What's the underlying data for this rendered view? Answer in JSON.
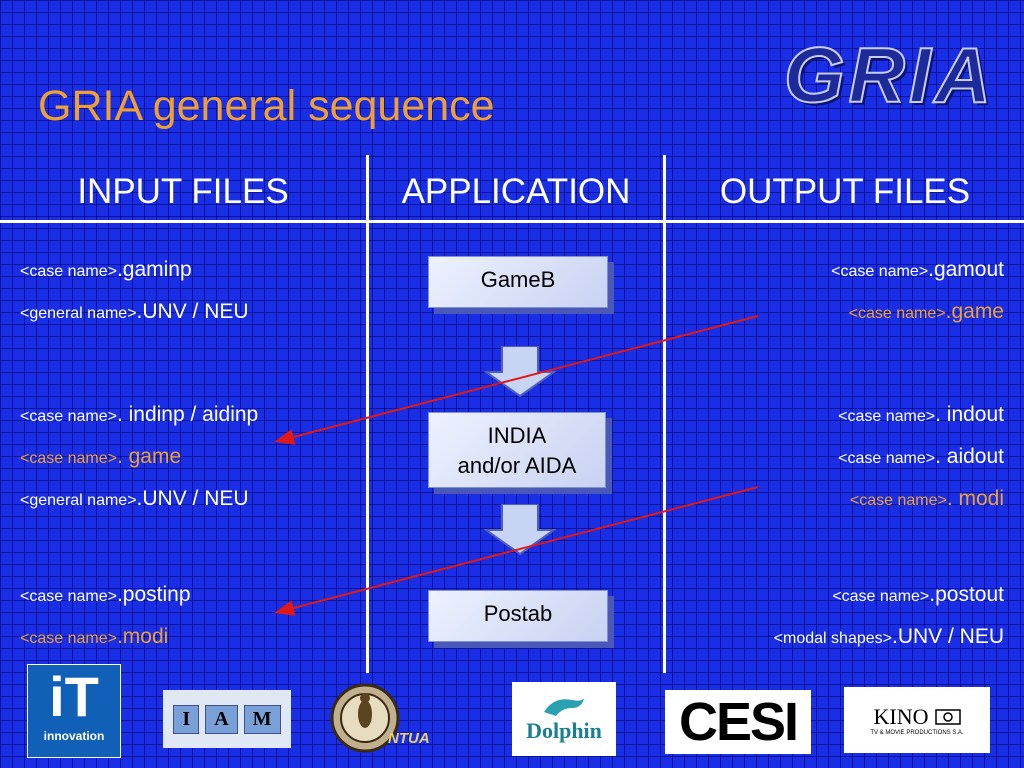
{
  "title": "GRIA general sequence",
  "logo_text": "GRIA",
  "columns": [
    "INPUT FILES",
    "APPLICATION",
    "OUTPUT FILES"
  ],
  "input": {
    "g1": [
      {
        "a": "<case name>",
        "b": ".gaminp",
        "orange": false
      },
      {
        "a": "<general name>",
        "b": ".UNV / NEU",
        "orange": false
      }
    ],
    "g2": [
      {
        "a": "<case name>",
        "b": ". indinp / aidinp",
        "orange": false
      },
      {
        "a": "<case name>",
        "b": ". game",
        "orange": true
      },
      {
        "a": "<general name>",
        "b": ".UNV / NEU",
        "orange": false
      }
    ],
    "g3": [
      {
        "a": "<case name>",
        "b": ".postinp",
        "orange": false
      },
      {
        "a": "<case name>",
        "b": ".modi",
        "orange": true
      }
    ]
  },
  "output": {
    "g1": [
      {
        "a": "<case name>",
        "b": ".gamout",
        "orange": false
      },
      {
        "a": "<case name>",
        "b": ".game",
        "orange": true
      }
    ],
    "g2": [
      {
        "a": "<case name>",
        "b": ". indout",
        "orange": false
      },
      {
        "a": "<case name>",
        "b": ". aidout",
        "orange": false
      },
      {
        "a": "<case name>",
        "b": ". modi",
        "orange": true
      }
    ],
    "g3": [
      {
        "a": "<case name>",
        "b": ".postout",
        "orange": false
      },
      {
        "a": "<modal shapes>",
        "b": ".UNV / NEU",
        "orange": false
      }
    ]
  },
  "apps": {
    "gameb": "GameB",
    "india_l1": "INDIA",
    "india_l2": "and/or AIDA",
    "postab": "Postab"
  },
  "logos": {
    "it_big": "iT",
    "it_small": "innovation",
    "iam": [
      "I",
      "A",
      "M"
    ],
    "ntua": "NTUA",
    "dolphin": "Dolphin",
    "cesi": "CESI",
    "kino": "KINO",
    "kino_sub": "TV & MOVIE PRODUCTIONS S.A."
  },
  "colors": {
    "background": "#1a2ee6",
    "title": "#f0a030",
    "highlight": "#f0a030",
    "link_arrow": "#e01818"
  }
}
